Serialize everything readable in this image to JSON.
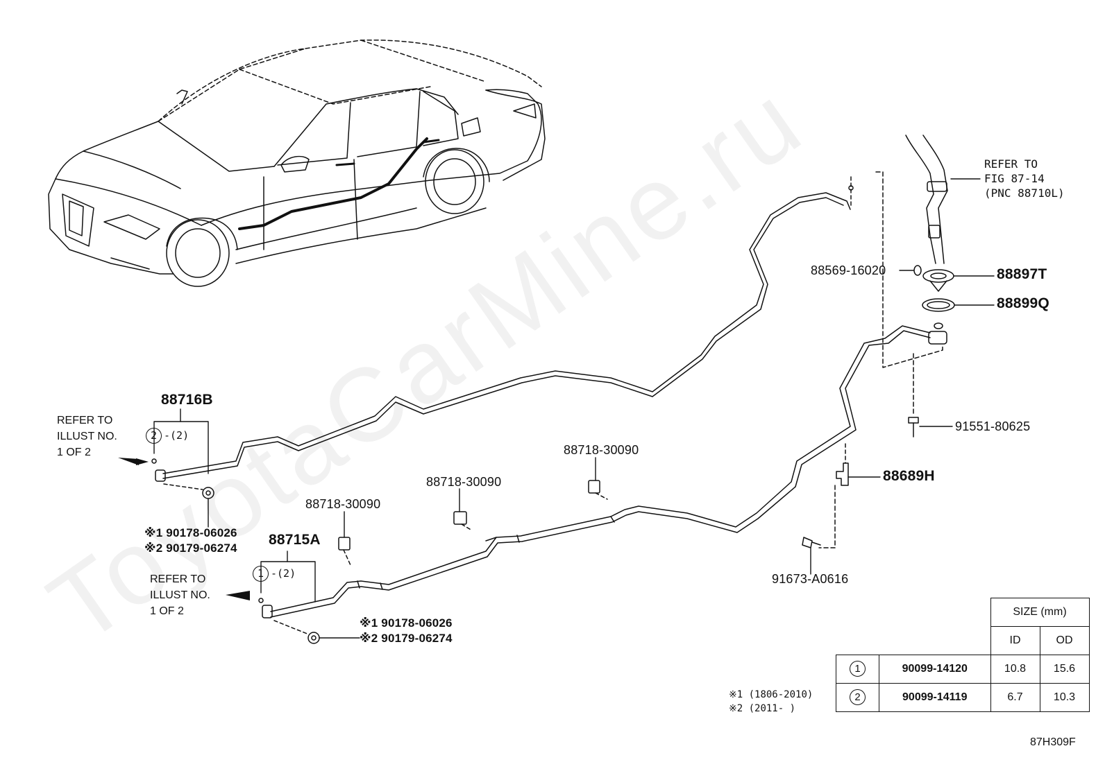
{
  "watermark": "ToyotaCarMine.ru",
  "figure_code": "87H309F",
  "parts": {
    "p88716B": "88716B",
    "p88715A": "88715A",
    "p88897T": "88897T",
    "p88899Q": "88899Q",
    "p88689H": "88689H",
    "p88569": "88569-16020",
    "p91551": "91551-80625",
    "p91673": "91673-A0616",
    "clamp_1": "88718-30090",
    "clamp_2": "88718-30090",
    "clamp_3": "88718-30090"
  },
  "refer_left_top": {
    "l1": "REFER TO",
    "l2": "ILLUST NO.",
    "l3": "1 OF 2"
  },
  "refer_left_bottom": {
    "l1": "REFER TO",
    "l2": "ILLUST NO.",
    "l3": "1 OF 2"
  },
  "refer_right": {
    "l1": "REFER TO",
    "l2": "FIG 87-14",
    "l3": "(PNC 88710L)"
  },
  "hose_refs": {
    "upper": {
      "circle": "2",
      "suffix": "-(2)"
    },
    "lower": {
      "circle": "1",
      "suffix": "-(2)"
    }
  },
  "clips_upper": {
    "c1": "※1 90178-06026",
    "c2": "※2 90179-06274"
  },
  "clips_lower": {
    "c1": "※1 90178-06026",
    "c2": "※2 90179-06274"
  },
  "notes": {
    "n1": "※1 (1806-2010)",
    "n2": "※2 (2011-      )"
  },
  "size_table": {
    "header": "SIZE (mm)",
    "col_id": "ID",
    "col_od": "OD",
    "rows": [
      {
        "circle": "1",
        "part": "90099-14120",
        "id": "10.8",
        "od": "15.6"
      },
      {
        "circle": "2",
        "part": "90099-14119",
        "id": "6.7",
        "od": "10.3"
      }
    ]
  }
}
